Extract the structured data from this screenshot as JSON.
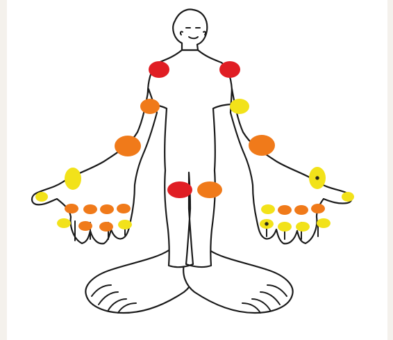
{
  "colors": {
    "background": "#f4f1ec",
    "canvas": "#ffffff",
    "outline": "#1a1a1a",
    "severe": "#e01e24",
    "moderate": "#f07a1a",
    "mild": "#f2e21a"
  },
  "joints": [
    {
      "name": "right-shoulder-joint",
      "level": "severe"
    },
    {
      "name": "left-shoulder-joint",
      "level": "severe"
    },
    {
      "name": "right-elbow-joint",
      "level": "moderate"
    },
    {
      "name": "left-elbow-joint",
      "level": "mild"
    },
    {
      "name": "right-wrist-joint",
      "level": "moderate"
    },
    {
      "name": "left-wrist-joint",
      "level": "moderate"
    },
    {
      "name": "right-knee-joint",
      "level": "severe"
    },
    {
      "name": "left-knee-joint",
      "level": "moderate"
    },
    {
      "name": "right-thumb-base-joint",
      "level": "mild"
    },
    {
      "name": "right-thumb-tip-joint",
      "level": "mild"
    },
    {
      "name": "left-thumb-base-joint",
      "level": "mild",
      "mark": "asterisk"
    },
    {
      "name": "left-thumb-tip-joint",
      "level": "mild"
    },
    {
      "name": "right-knuckle-joint-1",
      "level": "moderate"
    },
    {
      "name": "right-knuckle-joint-2",
      "level": "moderate"
    },
    {
      "name": "right-knuckle-joint-3",
      "level": "moderate"
    },
    {
      "name": "right-knuckle-joint-4",
      "level": "moderate"
    },
    {
      "name": "right-finger-joint-1",
      "level": "mild"
    },
    {
      "name": "right-finger-joint-2",
      "level": "moderate"
    },
    {
      "name": "right-finger-joint-3",
      "level": "moderate"
    },
    {
      "name": "right-finger-joint-4",
      "level": "mild"
    },
    {
      "name": "left-knuckle-joint-1",
      "level": "mild"
    },
    {
      "name": "left-knuckle-joint-2",
      "level": "moderate"
    },
    {
      "name": "left-knuckle-joint-3",
      "level": "moderate"
    },
    {
      "name": "left-knuckle-joint-4",
      "level": "moderate"
    },
    {
      "name": "left-finger-joint-1",
      "level": "mild",
      "mark": "asterisk"
    },
    {
      "name": "left-finger-joint-2",
      "level": "mild"
    },
    {
      "name": "left-finger-joint-3",
      "level": "mild"
    },
    {
      "name": "left-finger-joint-4",
      "level": "mild"
    }
  ]
}
